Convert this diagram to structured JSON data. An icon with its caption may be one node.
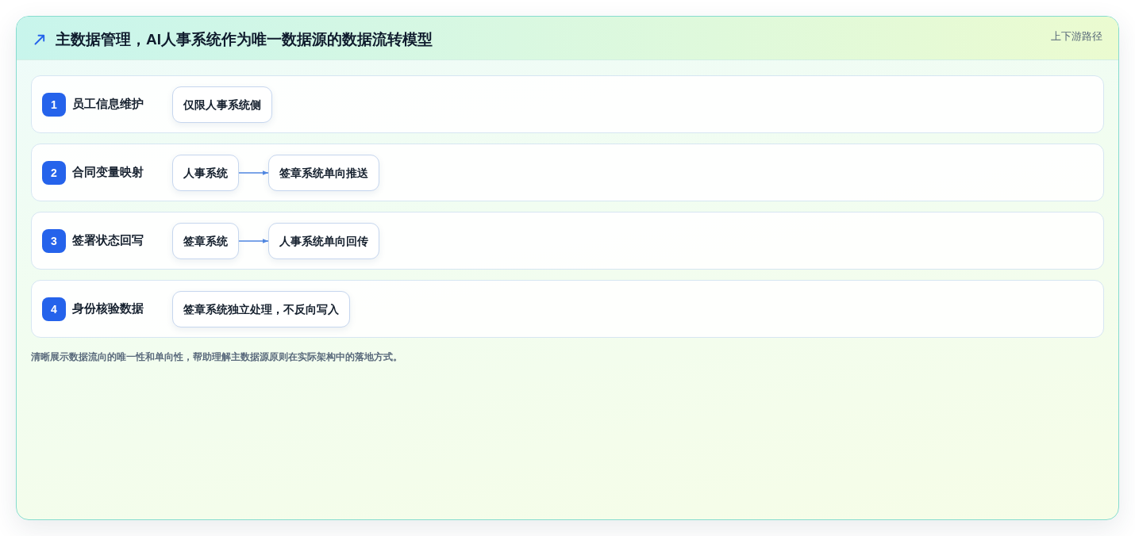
{
  "diagram": {
    "title": "主数据管理，AI人事系统作为唯一数据源的数据流转模型",
    "caption": "清晰展示数据流向的唯一性和单向性，帮助理解主数据源原则在实际架构中的落地方式。",
    "nodes": [
      {
        "text": [
          "员工信息维护"
        ]
      },
      {
        "text": [
          "1"
        ],
        "in": 0
      },
      {
        "text": [
          "仅限人事系统侧"
        ],
        "in": 0
      },
      {
        "text": [
          "合同变量映射"
        ]
      },
      {
        "text": [
          "2"
        ],
        "in": 3
      },
      {
        "text": [
          "人事系统"
        ],
        "in": 3
      },
      {
        "text": [
          "签章系统单向推送"
        ],
        "in": 3
      },
      {
        "text": [
          "签署状态回写"
        ]
      },
      {
        "text": [
          "3"
        ],
        "in": 7
      },
      {
        "text": [
          "签章系统"
        ],
        "in": 7
      },
      {
        "text": [
          "人事系统单向回传"
        ],
        "in": 7
      },
      {
        "text": [
          "身份核验数据"
        ]
      },
      {
        "text": [
          "4"
        ],
        "in": 11
      },
      {
        "text": [
          "签章系统独立处理，不反向写入"
        ],
        "in": 11
      }
    ],
    "edges": [
      {
        "from": 5,
        "to": 6,
        "arrow": "to"
      },
      {
        "from": 9,
        "to": 10,
        "arrow": "to"
      }
    ],
    "labels": [
      "上下游路径"
    ]
  }
}
